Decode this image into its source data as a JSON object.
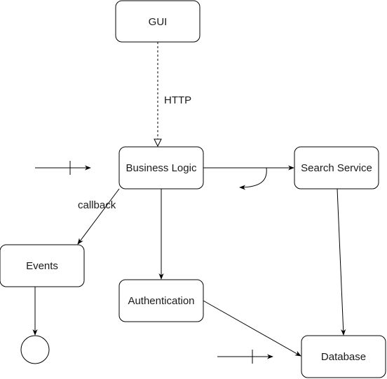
{
  "diagram": {
    "nodes": {
      "gui": "GUI",
      "business_logic": "Business Logic",
      "search_service": "Search Service",
      "events": "Events",
      "authentication": "Authentication",
      "database": "Database"
    },
    "edge_labels": {
      "http": "HTTP",
      "callback": "callback"
    }
  }
}
